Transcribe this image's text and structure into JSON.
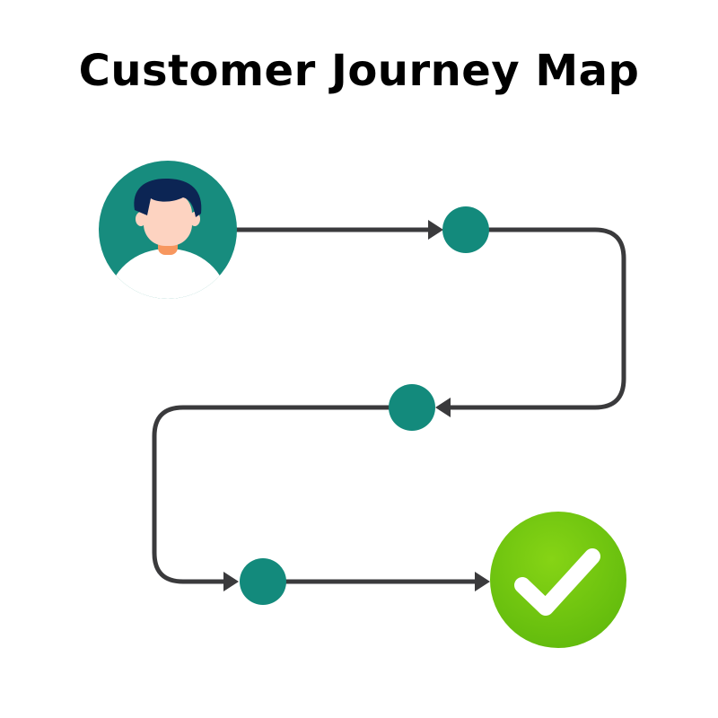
{
  "title": "Customer Journey Map",
  "colors": {
    "background": "#ffffff",
    "path_line": "#3a3a3c",
    "step_node": "#138a7c",
    "avatar_bg": "#178c7e",
    "avatar_hair": "#0c2554",
    "avatar_skin": "#fdd3c1",
    "avatar_neck": "#f7975f",
    "avatar_shirt": "#ffffff",
    "success_green": "#6cc510",
    "check_mark": "#ffffff"
  },
  "icons": {
    "start": "customer-avatar-icon",
    "end": "checkmark-icon"
  },
  "diagram": {
    "start_node": "customer",
    "step_nodes": [
      "step-1",
      "step-2",
      "step-3"
    ],
    "end_node": "success"
  }
}
